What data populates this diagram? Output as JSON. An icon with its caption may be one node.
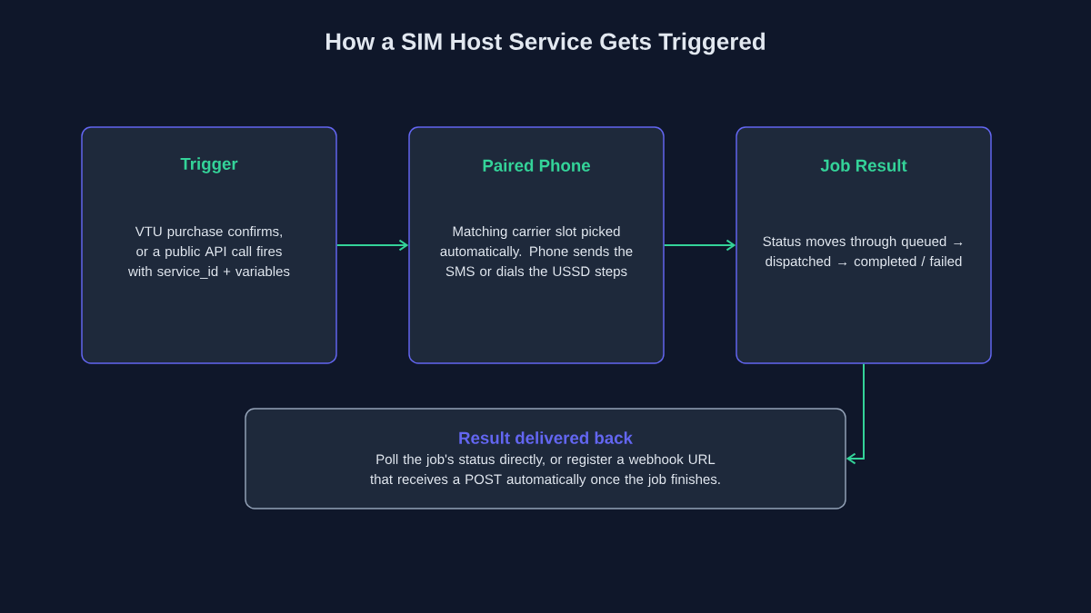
{
  "diagram": {
    "title": "How a SIM Host Service Gets Triggered",
    "nodes": [
      {
        "text": [
          "Trigger",
          "VTU purchase confirms, or a public API call fires with service_id + variables"
        ]
      },
      {
        "text": [
          "Paired Phone",
          "Matching carrier slot picked automatically. Phone sends the SMS or dials the USSD steps"
        ]
      },
      {
        "text": [
          "Job Result",
          "Status moves through queued → dispatched → completed / failed"
        ]
      },
      {
        "text": [
          "Result delivered back",
          "Poll the job's status directly, or register a webhook URL that receives a POST automatically once the job finishes."
        ]
      }
    ],
    "edges": [
      {
        "from": 0,
        "to": 1,
        "arrow": "to"
      },
      {
        "from": 1,
        "to": 2,
        "arrow": "to"
      },
      {
        "from": 2,
        "to": 3,
        "arrow": "to"
      }
    ]
  }
}
